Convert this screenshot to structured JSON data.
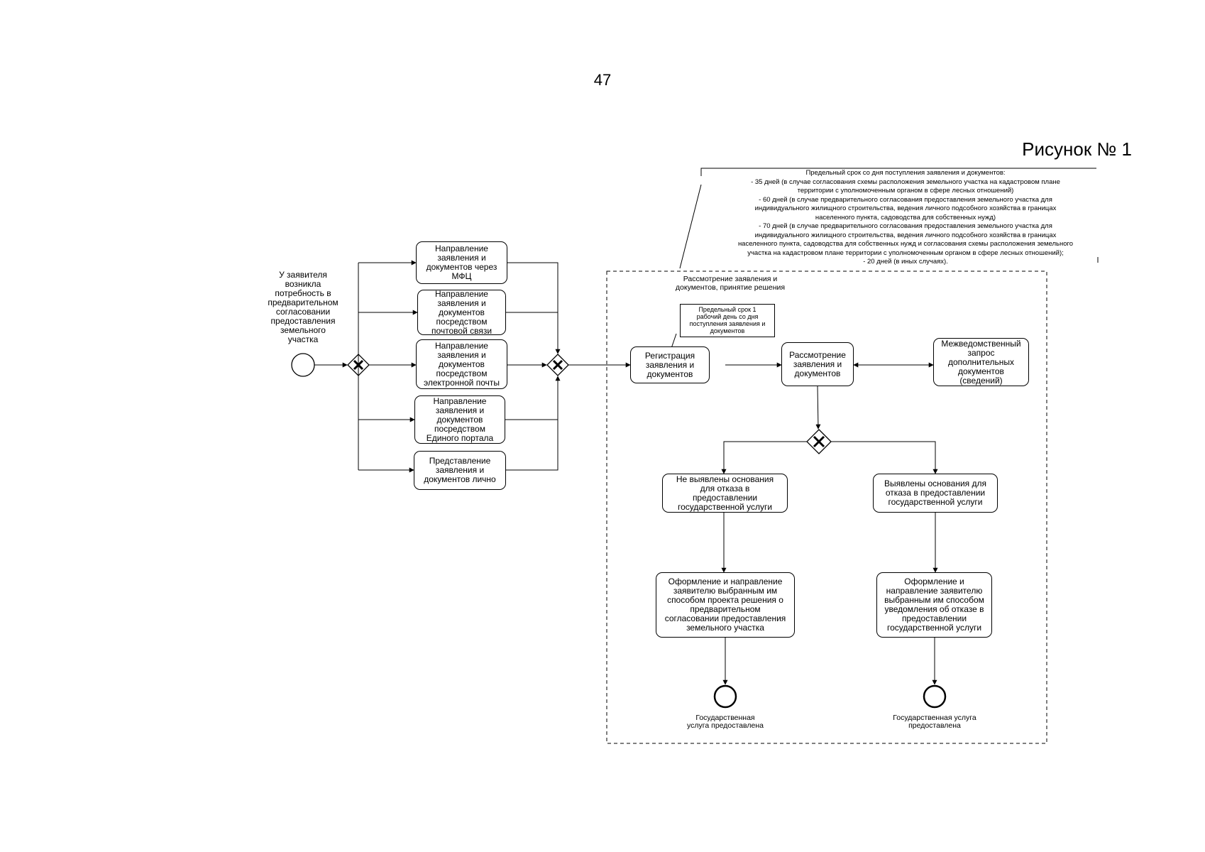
{
  "page_number": "47",
  "figure_label": "Рисунок № 1",
  "deadline_note": "Предельный срок со дня поступления заявления и документов:\n- 35 дней (в случае согласования схемы расположения земельного участка на кадастровом плане\nтерритории с уполномоченным органом в сфере лесных отношений)\n- 60 дней (в случае предварительного согласования предоставления земельного участка для\nиндивидуального жилищного строительства, ведения личного подсобного хозяйства в границах\nнаселенного пункта, садоводства для собственных нужд)\n- 70 дней (в случае предварительного согласования предоставления земельного участка для\nиндивидуального жилищного строительства, ведения личного подсобного хозяйства в границах\nнаселенного пункта, садоводства для собственных нужд и согласования схемы расположения земельного\nучастка на кадастровом плане территории с уполномоченным органом в сфере лесных отношений);\n- 20 дней (в иных случаях).",
  "start_event_label": "У заявителя\nвозникла\nпотребность в\nпредварительном\nсогласовании\nпредоставления\nземельного\nучастка",
  "channels": [
    "Направление\nзаявления и\nдокументов через\nМФЦ",
    "Направление\nзаявления и\nдокументов\nпосредством\nпочтовой связи",
    "Направление\nзаявления и\nдокументов\nпосредством\nэлектронной почты",
    "Направление\nзаявления и\nдокументов\nпосредством\nЕдиного портала",
    "Представление\nзаявления и\nдокументов лично"
  ],
  "group_title": "Рассмотрение заявления и\nдокументов, принятие решения",
  "registration_deadline": "Предельный срок 1\nрабочий день со дня\nпоступления заявления и\nдокументов",
  "registration": "Регистрация\nзаявления и\nдокументов",
  "review": "Рассмотрение\nзаявления и\nдокументов",
  "interagency_request": "Межведомственный\nзапрос\nдополнительных\nдокументов\n(сведений)",
  "no_grounds": "Не выявлены основания\nдля отказа в\nпредоставлении\nгосударственной услуги",
  "grounds_found": "Выявлены основания для\nотказа в предоставлении\nгосударственной услуги",
  "approval_action": "Оформление и направление\nзаявителю выбранным им\nспособом проекта решения о\nпредварительном\nсогласовании предоставления\nземельного участка",
  "refusal_action": "Оформление и\nнаправление заявителю\nвыбранным им способом\nуведомления об отказе в\nпредоставлении\nгосударственной услуги",
  "end_left_label": "Государственная\nуслуга предоставлена",
  "end_right_label": "Государственная услуга\nпредоставлена"
}
